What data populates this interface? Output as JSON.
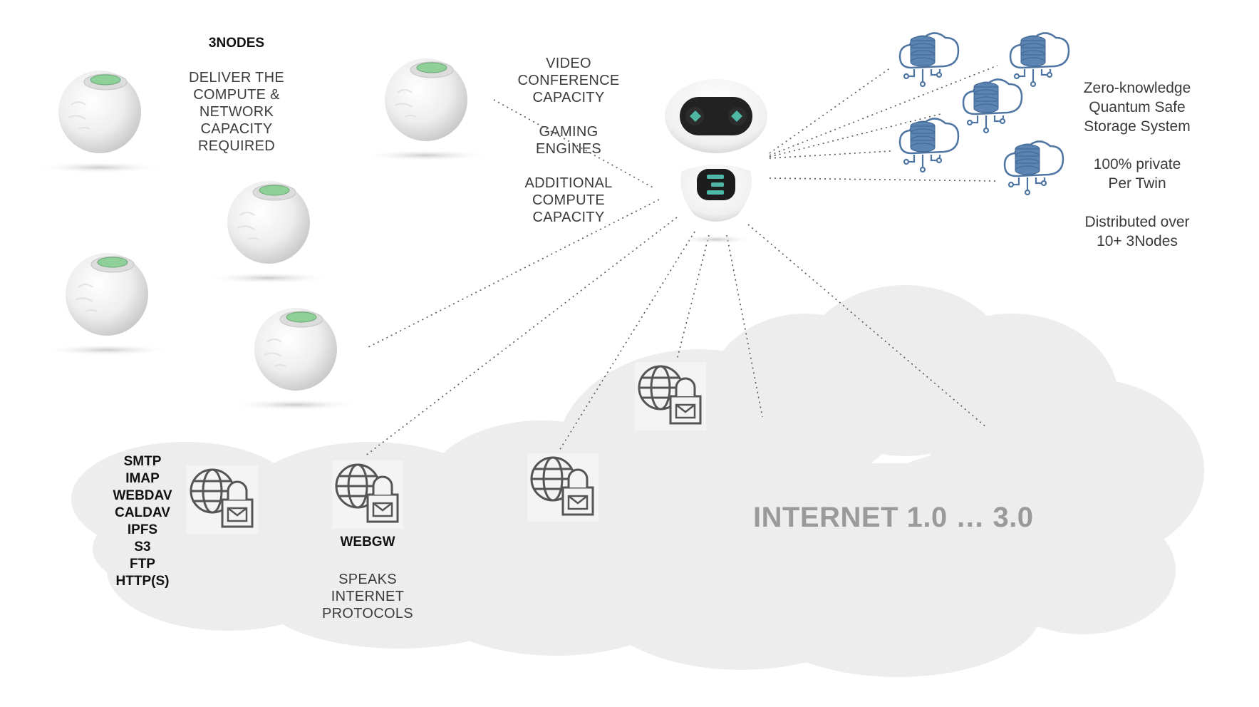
{
  "nodes_section": {
    "title": "3NODES",
    "description": [
      "DELIVER THE",
      "COMPUTE &",
      "NETWORK",
      "CAPACITY",
      "REQUIRED"
    ]
  },
  "capacity_labels": {
    "video": [
      "VIDEO",
      "CONFERENCE",
      "CAPACITY"
    ],
    "gaming": [
      "GAMING",
      "ENGINES"
    ],
    "additional": [
      "ADDITIONAL",
      "COMPUTE",
      "CAPACITY"
    ]
  },
  "storage_section": {
    "line1": [
      "Zero-knowledge",
      "Quantum Safe",
      "Storage System"
    ],
    "line2": [
      "100% private",
      "Per Twin"
    ],
    "line3": [
      "Distributed over",
      "10+ 3Nodes"
    ]
  },
  "protocols": [
    "SMTP",
    "IMAP",
    "WEBDAV",
    "CALDAV",
    "IPFS",
    "S3",
    "FTP",
    "HTTP(S)"
  ],
  "webgw": {
    "title": "WEBGW",
    "description": [
      "SPEAKS",
      "INTERNET",
      "PROTOCOLS"
    ]
  },
  "internet_label": "INTERNET 1.0  …  3.0",
  "colors": {
    "cloud": "#ededed",
    "storage_icon": "#4f76a3",
    "robot_eye": "#4fb7a6",
    "node_screen": "#8fcf98",
    "internet_text": "#9a9a9a"
  },
  "icons": {
    "node": "sphere-node-icon",
    "robot": "digital-twin-robot-icon",
    "storage": "cloud-database-icon",
    "gateway": "globe-lock-mail-icon"
  }
}
